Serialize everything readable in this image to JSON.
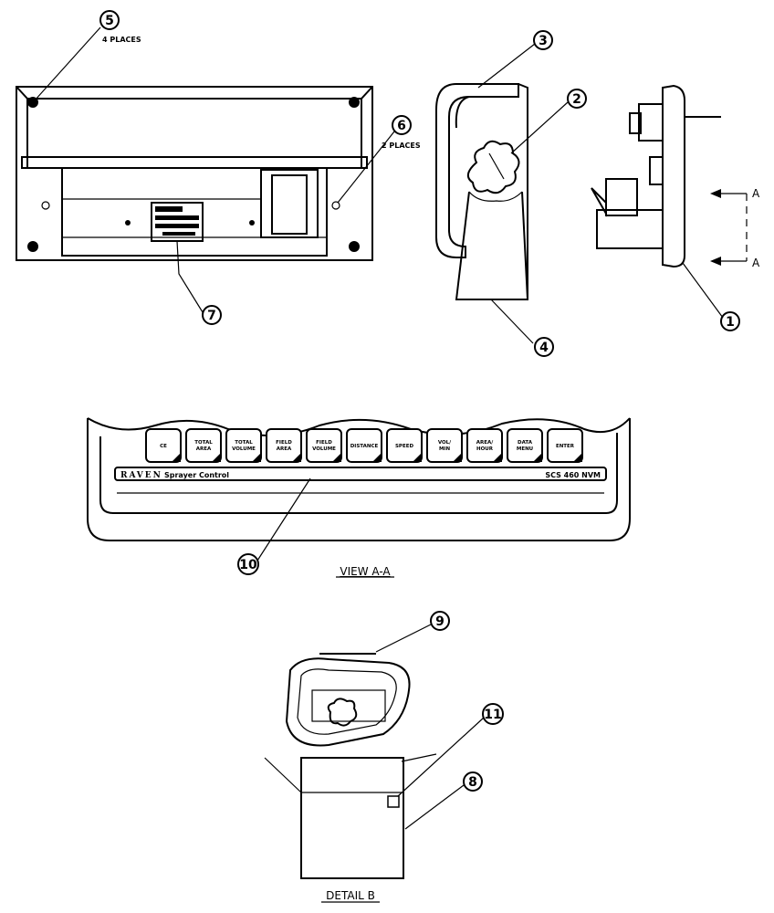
{
  "callouts": {
    "c1": "1",
    "c2": "2",
    "c3": "3",
    "c4": "4",
    "c5": "5",
    "c6": "6",
    "c7": "7",
    "c8": "8",
    "c9": "9",
    "c10": "10",
    "c11": "11"
  },
  "notes": {
    "four_places": "4 PLACES",
    "two_places": "2 PLACES"
  },
  "section_marker": {
    "top": "A",
    "bottom": "A"
  },
  "view_caption": "VIEW A-A",
  "detail_caption": "DETAIL B",
  "panel": {
    "brand": "RAVEN",
    "product": "Sprayer Control",
    "model": "SCS 460 NVM",
    "keys": [
      [
        "CE"
      ],
      [
        "TOTAL",
        "AREA"
      ],
      [
        "TOTAL",
        "VOLUME"
      ],
      [
        "FIELD",
        "AREA"
      ],
      [
        "FIELD",
        "VOLUME"
      ],
      [
        "DISTANCE"
      ],
      [
        "SPEED"
      ],
      [
        "VOL/",
        "MIN"
      ],
      [
        "AREA/",
        "HOUR"
      ],
      [
        "DATA",
        "MENU"
      ],
      [
        "ENTER"
      ]
    ]
  }
}
